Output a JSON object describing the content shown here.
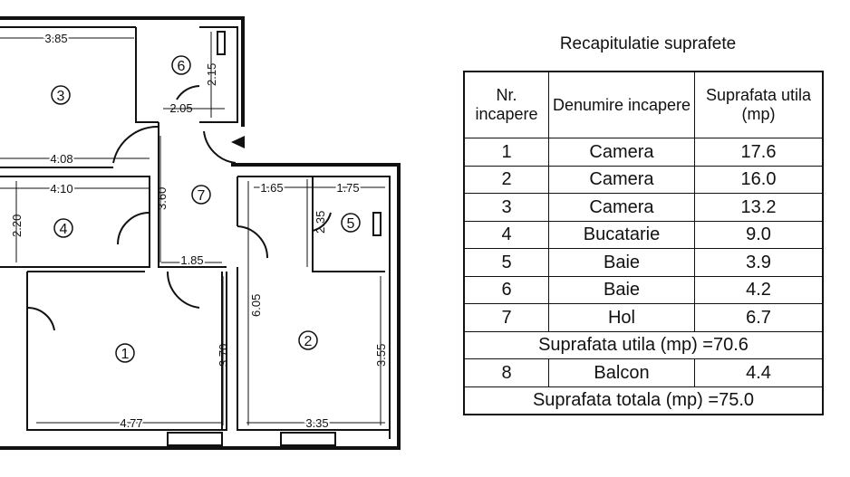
{
  "summary": {
    "title": "Recapitulatie suprafete",
    "headers": [
      "Nr. incapere",
      "Denumire incapere",
      "Suprafata utila (mp)"
    ],
    "rows": [
      {
        "nr": "1",
        "name": "Camera",
        "area": "17.6"
      },
      {
        "nr": "2",
        "name": "Camera",
        "area": "16.0"
      },
      {
        "nr": "3",
        "name": "Camera",
        "area": "13.2"
      },
      {
        "nr": "4",
        "name": "Bucatarie",
        "area": "9.0"
      },
      {
        "nr": "5",
        "name": "Baie",
        "area": "3.9"
      },
      {
        "nr": "6",
        "name": "Baie",
        "area": "4.2"
      },
      {
        "nr": "7",
        "name": "Hol",
        "area": "6.7"
      }
    ],
    "useful_total": "Suprafata utila (mp) =70.6",
    "balcony": {
      "nr": "8",
      "name": "Balcon",
      "area": "4.4"
    },
    "grand_total": "Suprafata totala (mp) =75.0"
  },
  "plan": {
    "rooms": [
      "1",
      "2",
      "3",
      "4",
      "5",
      "6",
      "7"
    ],
    "dimensions": [
      "3.85",
      "2.15",
      "2.05",
      "4.08",
      "4.10",
      "3.60",
      "2.20",
      "1.65",
      "1.75",
      "2.35",
      "1.85",
      "6.05",
      "3.70",
      "3.55",
      "4.77",
      "3.35"
    ]
  }
}
